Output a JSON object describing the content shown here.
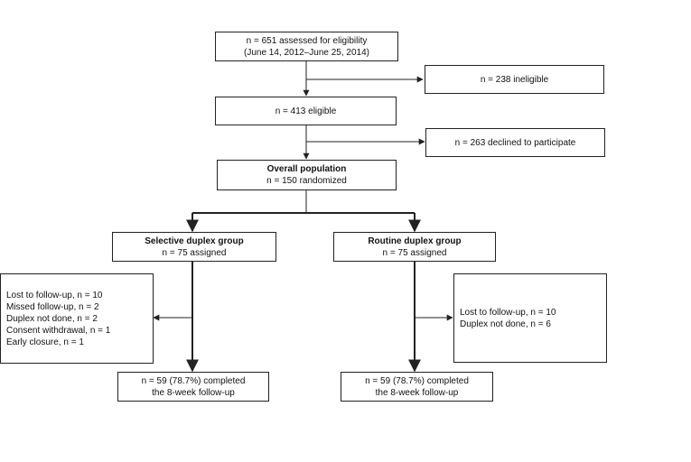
{
  "diagram": {
    "assessed": {
      "line1": "n = 651 assessed for eligibility",
      "line2": "(June 14, 2012–June 25, 2014)"
    },
    "ineligible": {
      "line1": "n = 238 ineligible"
    },
    "eligible": {
      "line1": "n = 413 eligible"
    },
    "declined": {
      "line1": "n = 263 declined to participate"
    },
    "overall": {
      "title": "Overall population",
      "line1": "n = 150 randomized"
    },
    "selective": {
      "title": "Selective duplex group",
      "line1": "n = 75 assigned"
    },
    "routine": {
      "title": "Routine duplex group",
      "line1": "n = 75 assigned"
    },
    "selective_loss": {
      "items": [
        "Lost to follow-up, n = 10",
        "Missed follow-up, n = 2",
        "Duplex not done, n = 2",
        "Consent withdrawal, n = 1",
        "Early closure, n = 1"
      ]
    },
    "routine_loss": {
      "items": [
        "Lost to follow-up, n = 10",
        "Duplex not done, n = 6"
      ]
    },
    "selective_completed": {
      "line1": "n = 59 (78.7%) completed",
      "line2": "the 8-week follow-up"
    },
    "routine_completed": {
      "line1": "n = 59 (78.7%) completed",
      "line2": "the 8-week follow-up"
    }
  }
}
